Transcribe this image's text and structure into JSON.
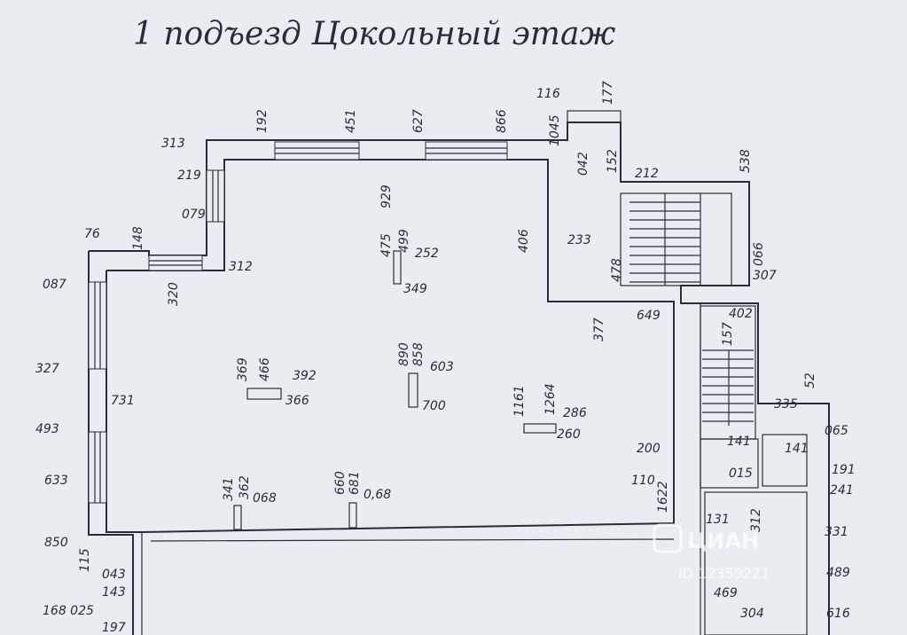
{
  "title": "1 подъезд   Цокольный этаж",
  "watermark": {
    "brand": "ЦИАН",
    "id_label": "ID 12359221"
  },
  "dimensions": {
    "d116": "116",
    "d177": "177",
    "d313": "313",
    "d192": "192",
    "d451": "451",
    "d627": "627",
    "d866": "866",
    "d1045": "1045",
    "d219": "219",
    "d079": "079",
    "d042": "042",
    "d152": "152",
    "d212": "212",
    "d538": "538",
    "d76": "76",
    "d148": "148",
    "d087": "087",
    "d312": "312",
    "d320": "320",
    "d475": "475",
    "d929": "929",
    "d499": "499",
    "d252": "252",
    "d349": "349",
    "d406": "406",
    "d233": "233",
    "d478": "478",
    "d307": "307",
    "d066": "066",
    "d377": "377",
    "d649": "649",
    "d402": "402",
    "d157": "157",
    "d327": "327",
    "d731": "731",
    "d369": "369",
    "d466": "466",
    "d392": "392",
    "d366": "366",
    "d890": "890",
    "d858": "858",
    "d603": "603",
    "d700": "700",
    "d1161": "1161",
    "d1264": "1264",
    "d286": "286",
    "d260": "260",
    "d493": "493",
    "d335": "335",
    "d52": "52",
    "d065": "065",
    "d200": "200",
    "d141a": "141",
    "d015a": "015",
    "d141b": "141",
    "d191": "191",
    "d633": "633",
    "d341": "341",
    "d362": "362",
    "d068": "068",
    "d660": "660",
    "d681": "681",
    "d0_68": "0,68",
    "d110": "110",
    "d1622": "1622",
    "d241": "241",
    "d131": "131",
    "d312b": "312",
    "d331": "331",
    "d850": "850",
    "d115": "115",
    "d043": "043",
    "d143": "143",
    "d168025": "168 025",
    "d197": "197",
    "d469": "469",
    "d489": "489",
    "d304": "304",
    "d616": "616"
  }
}
